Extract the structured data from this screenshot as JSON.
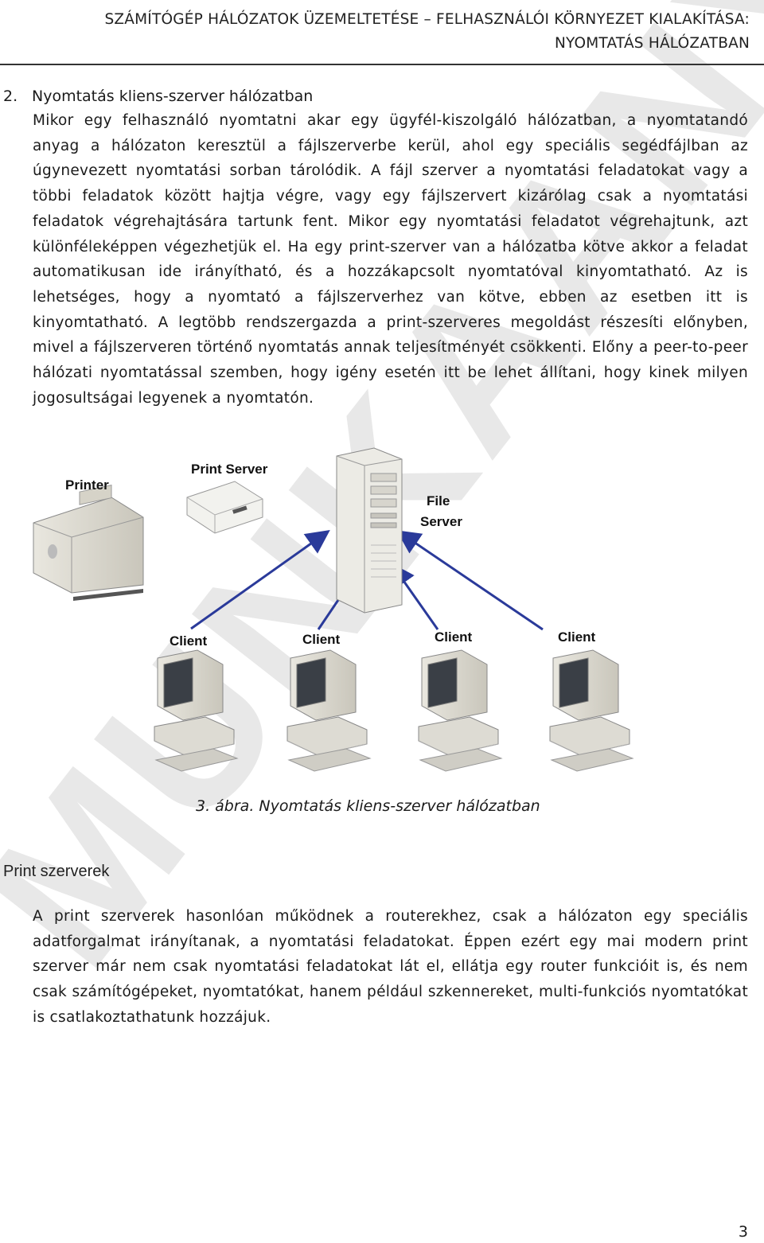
{
  "header": {
    "line1": "SZÁMÍTÓGÉP HÁLÓZATOK ÜZEMELTETÉSE – FELHASZNÁLÓI KÖRNYEZET KIALAKÍTÁSA:",
    "line2": "NYOMTATÁS HÁLÓZATBAN"
  },
  "section": {
    "number": "2.",
    "title": "Nyomtatás kliens-szerver hálózatban",
    "paragraph": "Mikor egy felhasználó nyomtatni akar egy ügyfél-kiszolgáló hálózatban, a nyomtatandó anyag a hálózaton keresztül a fájlszerverbe kerül, ahol egy speciális segédfájlban az úgynevezett nyomtatási sorban tárolódik. A fájl szerver a nyomtatási feladatokat vagy a többi feladatok között hajtja végre, vagy egy fájlszervert kizárólag csak a nyomtatási feladatok végrehajtására tartunk fent. Mikor egy nyomtatási feladatot végrehajtunk, azt különféleképpen végezhetjük el. Ha egy print-szerver van a hálózatba kötve akkor a feladat automatikusan ide irányítható, és a hozzákapcsolt nyomtatóval kinyomtatható. Az is lehetséges, hogy a nyomtató a fájlszerverhez van kötve, ebben az esetben itt is kinyomtatható. A legtöbb rendszergazda a print-szerveres megoldást részesíti előnyben, mivel a fájlszerveren történő nyomtatás annak teljesítményét csökkenti. Előny a peer-to-peer hálózati nyomtatással szemben, hogy igény esetén itt be lehet állítani, hogy kinek milyen jogosultságai legyenek a nyomtatón."
  },
  "figure": {
    "labels": {
      "printer": "Printer",
      "print_server": "Print Server",
      "file_server_line1": "File",
      "file_server_line2": "Server",
      "client": "Client"
    },
    "caption": "3. ábra. Nyomtatás kliens-szerver hálózatban",
    "icons": [
      "printer-icon",
      "print-server-icon",
      "file-server-tower-icon",
      "client-computer-icon"
    ]
  },
  "print_servers": {
    "heading": "Print szerverek",
    "paragraph": "A print szerverek hasonlóan működnek a routerekhez, csak a hálózaton egy speciális adatforgalmat irányítanak, a nyomtatási feladatokat. Éppen ezért egy mai modern print szerver már nem csak nyomtatási feladatokat lát el, ellátja egy router funkcióit is, és nem csak számítógépeket, nyomtatókat, hanem például szkennereket, multi-funkciós nyomtatókat is csatlakoztathatunk hozzájuk."
  },
  "watermark": "MUNKAANYAG",
  "page_number": "3",
  "colors": {
    "text": "#1a1a1a",
    "watermark": "#e6e6e6",
    "arrow": "#2a3a9a"
  }
}
